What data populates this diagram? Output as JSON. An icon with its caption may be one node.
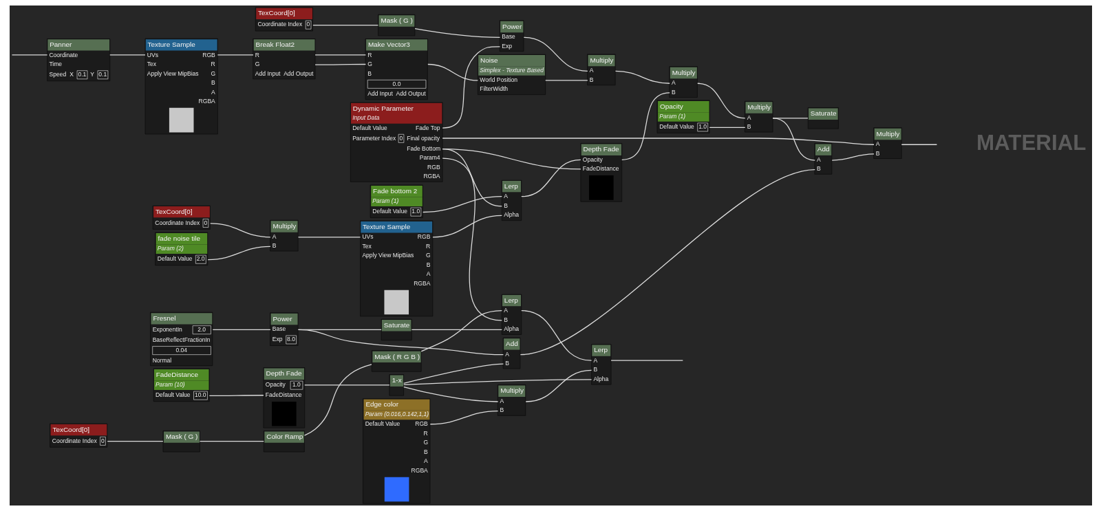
{
  "diagram": {
    "nodes": [
      {
        "text": [
          "TexCoord[0]",
          "Coordinate Index",
          "0"
        ]
      },
      {
        "text": [
          "Mask ( G )"
        ]
      },
      {
        "text": [
          "Dynamic Parameter",
          "Input Data",
          "Default Value",
          "Fade Top",
          "Parameter Index",
          "0",
          "Final opacity",
          "Fade Bottom",
          "Param4",
          "RGB",
          "RGBA"
        ]
      },
      {
        "text": [
          "Power",
          "Base",
          "Exp"
        ]
      },
      {
        "text": [
          "TexCoord[0]",
          "Coordinate Index",
          "0"
        ]
      },
      {
        "text": [
          "Mask ( G )"
        ]
      },
      {
        "text": [
          "Color Ramp"
        ]
      },
      {
        "text": [
          "Mask ( R G B )"
        ]
      },
      {
        "text": [
          "Lerp",
          "A",
          "B",
          "Alpha"
        ]
      },
      {
        "text": [
          "Saturate"
        ]
      },
      {
        "text": [
          "Lerp",
          "A",
          "B",
          "Alpha"
        ]
      },
      {
        "text": [
          "Saturate"
        ]
      },
      {
        "text": [
          "Panner",
          "Coordinate",
          "Time",
          "Speed",
          "X",
          "0.1",
          "Y",
          "0.1"
        ]
      },
      {
        "text": [
          "Texture Sample",
          "UVs",
          "Tex",
          "Apply View MipBias",
          "RGB",
          "R",
          "G",
          "B",
          "A",
          "RGBA"
        ]
      },
      {
        "text": [
          "Break Float2",
          "R",
          "G",
          "Add Input",
          "Add Output"
        ]
      },
      {
        "text": [
          "Make Vector3",
          "R",
          "G",
          "B",
          "0.0",
          "Add Input",
          "Add Output"
        ]
      },
      {
        "text": [
          "Noise",
          "Simplex - Texture Based",
          "World Position",
          "FilterWidth"
        ]
      },
      {
        "text": [
          "Multiply",
          "A",
          "B"
        ]
      },
      {
        "text": [
          "Multiply",
          "A",
          "B"
        ]
      },
      {
        "text": [
          "Multiply",
          "A",
          "B"
        ]
      },
      {
        "text": [
          "Add",
          "A",
          "B"
        ]
      },
      {
        "text": [
          "Depth Fade",
          "Opacity",
          "FadeDistance"
        ]
      },
      {
        "text": [
          "Multiply",
          "A",
          "B"
        ]
      },
      {
        "text": [
          "Fresnel",
          "ExponentIn",
          "2.0",
          "BaseReflectFractionIn",
          "0.04",
          "Normal"
        ]
      },
      {
        "text": [
          "Power",
          "Base",
          "Exp",
          "8.0"
        ]
      },
      {
        "text": [
          "Add",
          "A",
          "B"
        ]
      },
      {
        "text": [
          "Opacity",
          "Param (1)",
          "Default Value",
          "1.0"
        ]
      },
      {
        "text": [
          "Depth Fade",
          "Opacity",
          "1.0",
          "FadeDistance"
        ]
      },
      {
        "text": [
          "1-x"
        ]
      },
      {
        "text": [
          "FadeDistance",
          "Param (10)",
          "Default Value",
          "10.0"
        ]
      },
      {
        "text": [
          "Fade bottom 2",
          "Param (1)",
          "Default Value",
          "1.0"
        ]
      },
      {
        "text": [
          "Multiply",
          "A",
          "B"
        ]
      },
      {
        "text": [
          "Edge color",
          "Param (0.016,0.142,1,1)",
          "Default Value",
          "RGB",
          "R",
          "G",
          "B",
          "A",
          "RGBA"
        ]
      },
      {
        "text": [
          "TexCoord[0]",
          "Coordinate Index",
          "0"
        ]
      },
      {
        "text": [
          "Lerp",
          "A",
          "B",
          "Alpha"
        ]
      },
      {
        "text": [
          "Multiply",
          "A",
          "B"
        ]
      },
      {
        "text": [
          "Texture Sample",
          "UVs",
          "Tex",
          "Apply View MipBias",
          "RGB",
          "R",
          "G",
          "B",
          "A",
          "RGBA"
        ]
      },
      {
        "text": [
          "fade noise tile",
          "Param (2)",
          "Default Value",
          "2.0"
        ]
      }
    ],
    "edges": [
      {
        "from": null,
        "to": 12,
        "arrow": "none"
      },
      {
        "from": 12,
        "to": 13,
        "arrow": "none"
      },
      {
        "from": 13,
        "to": 14,
        "arrow": "none"
      },
      {
        "from": 14,
        "to": 15,
        "arrow": "none"
      },
      {
        "from": 14,
        "to": 15,
        "arrow": "none"
      },
      {
        "from": 15,
        "to": 16,
        "arrow": "none"
      },
      {
        "from": 0,
        "to": 1,
        "arrow": "none"
      },
      {
        "from": 1,
        "to": 3,
        "arrow": "none"
      },
      {
        "from": 2,
        "to": 3,
        "arrow": "none"
      },
      {
        "from": 3,
        "to": 17,
        "arrow": "none"
      },
      {
        "from": 16,
        "to": 17,
        "arrow": "none"
      },
      {
        "from": 17,
        "to": 18,
        "arrow": "none"
      },
      {
        "from": 21,
        "to": 18,
        "arrow": "none"
      },
      {
        "from": 18,
        "to": 22,
        "arrow": "none"
      },
      {
        "from": 26,
        "to": 22,
        "arrow": "none"
      },
      {
        "from": 2,
        "to": 21,
        "arrow": "none"
      },
      {
        "from": 2,
        "to": 34,
        "arrow": "none"
      },
      {
        "from": 30,
        "to": 34,
        "arrow": "none"
      },
      {
        "from": 36,
        "to": 34,
        "arrow": "none"
      },
      {
        "from": 34,
        "to": 21,
        "arrow": "none"
      },
      {
        "from": 33,
        "to": 35,
        "arrow": "none"
      },
      {
        "from": 37,
        "to": 35,
        "arrow": "none"
      },
      {
        "from": 35,
        "to": 36,
        "arrow": "none"
      },
      {
        "from": 4,
        "to": 5,
        "arrow": "none"
      },
      {
        "from": 5,
        "to": 6,
        "arrow": "none"
      },
      {
        "from": 6,
        "to": 7,
        "arrow": "none"
      },
      {
        "from": 7,
        "to": 8,
        "arrow": "none"
      },
      {
        "from": 2,
        "to": 8,
        "arrow": "none"
      },
      {
        "from": 9,
        "to": 8,
        "arrow": "none"
      },
      {
        "from": 8,
        "to": 10,
        "arrow": "none"
      },
      {
        "from": 24,
        "to": 9,
        "arrow": "none"
      },
      {
        "from": 23,
        "to": 24,
        "arrow": "none"
      },
      {
        "from": 24,
        "to": 25,
        "arrow": "none"
      },
      {
        "from": 28,
        "to": 25,
        "arrow": "none"
      },
      {
        "from": 29,
        "to": 27,
        "arrow": "none"
      },
      {
        "from": 27,
        "to": 28,
        "arrow": "none"
      },
      {
        "from": 28,
        "to": 10,
        "arrow": "none"
      },
      {
        "from": 28,
        "to": 31,
        "arrow": "none"
      },
      {
        "from": 32,
        "to": 31,
        "arrow": "none"
      },
      {
        "from": 31,
        "to": 10,
        "arrow": "none"
      },
      {
        "from": 22,
        "to": 11,
        "arrow": "none"
      },
      {
        "from": 22,
        "to": 20,
        "arrow": "none"
      },
      {
        "from": 25,
        "to": 20,
        "arrow": "none"
      },
      {
        "from": 2,
        "to": 19,
        "arrow": "none"
      },
      {
        "from": 20,
        "to": 19,
        "arrow": "none"
      },
      {
        "from": 10,
        "to": null,
        "arrow": "none"
      },
      {
        "from": 19,
        "to": null,
        "arrow": "none"
      }
    ],
    "labels": [
      "MATERIAL"
    ]
  }
}
